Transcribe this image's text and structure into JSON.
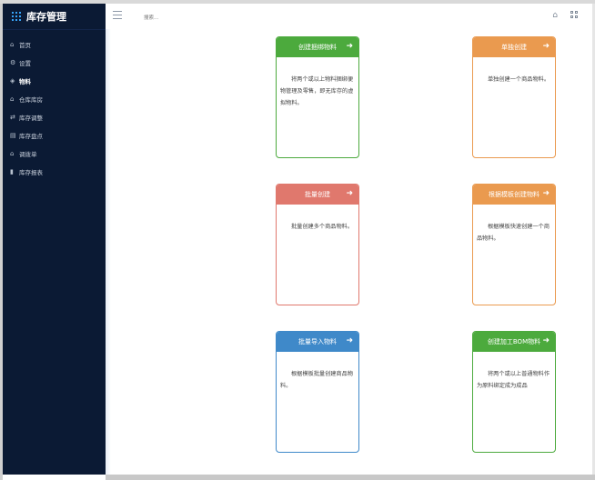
{
  "app": {
    "title": "库存管理"
  },
  "sidebar": {
    "items": [
      {
        "label": "首页",
        "icon": "home-icon"
      },
      {
        "label": "设置",
        "icon": "gear-icon"
      },
      {
        "label": "物料",
        "icon": "cube-icon"
      },
      {
        "label": "仓库库房",
        "icon": "warehouse-icon"
      },
      {
        "label": "库存调整",
        "icon": "adjust-icon"
      },
      {
        "label": "库存盘点",
        "icon": "inventory-icon"
      },
      {
        "label": "调拨单",
        "icon": "transfer-icon"
      },
      {
        "label": "库存报表",
        "icon": "report-icon"
      }
    ],
    "active_index": 2
  },
  "topbar": {
    "search_placeholder": "搜索..."
  },
  "colors": {
    "green": "#4caa3d",
    "orange": "#ea9a4f",
    "red": "#e0786d",
    "blue": "#3f89c9",
    "sidebar_bg": "#0b1a34"
  },
  "cards": [
    {
      "title": "创建捆绑物料",
      "body": "将两个或以上物料捆绑便物管理及零售，即无库存的虚拟物料。",
      "color": "#4caa3d"
    },
    {
      "title": "单独创建",
      "body": "单独创建一个商品物料。",
      "color": "#ea9a4f"
    },
    {
      "title": "批量创建",
      "body": "批量创建多个商品物料。",
      "color": "#e0786d"
    },
    {
      "title": "根据模板创建物料",
      "body": "根据模板快速创建一个商品物料。",
      "color": "#ea9a4f"
    },
    {
      "title": "批量导入物料",
      "body": "根据模板批量创建商品物料。",
      "color": "#3f89c9"
    },
    {
      "title": "创建加工BOM物料",
      "body": "将两个或以上普通物料作为原料绑定成为成品",
      "color": "#4caa3d"
    }
  ]
}
